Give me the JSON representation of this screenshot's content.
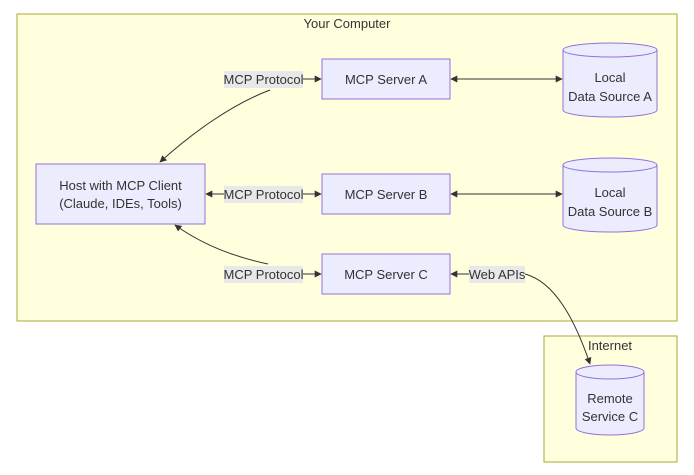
{
  "clusters": {
    "computer": {
      "title": "Your Computer"
    },
    "internet": {
      "title": "Internet"
    }
  },
  "nodes": {
    "host": {
      "line1": "Host with MCP Client",
      "line2": "(Claude, IDEs, Tools)"
    },
    "server_a": {
      "label": "MCP Server A"
    },
    "server_b": {
      "label": "MCP Server B"
    },
    "server_c": {
      "label": "MCP Server C"
    },
    "source_a": {
      "line1": "Local",
      "line2": "Data Source A"
    },
    "source_b": {
      "line1": "Local",
      "line2": "Data Source B"
    },
    "remote_c": {
      "line1": "Remote",
      "line2": "Service C"
    }
  },
  "edges": {
    "host_a": {
      "label": "MCP Protocol"
    },
    "host_b": {
      "label": "MCP Protocol"
    },
    "host_c": {
      "label": "MCP Protocol"
    },
    "c_remote": {
      "label": "Web APIs"
    }
  },
  "colors": {
    "cluster_fill": "#ffffde",
    "cluster_stroke": "#aaaa33",
    "node_fill": "#ececff",
    "node_stroke": "#9370db",
    "edge": "#333333",
    "label_bg": "#e8e8e8"
  }
}
